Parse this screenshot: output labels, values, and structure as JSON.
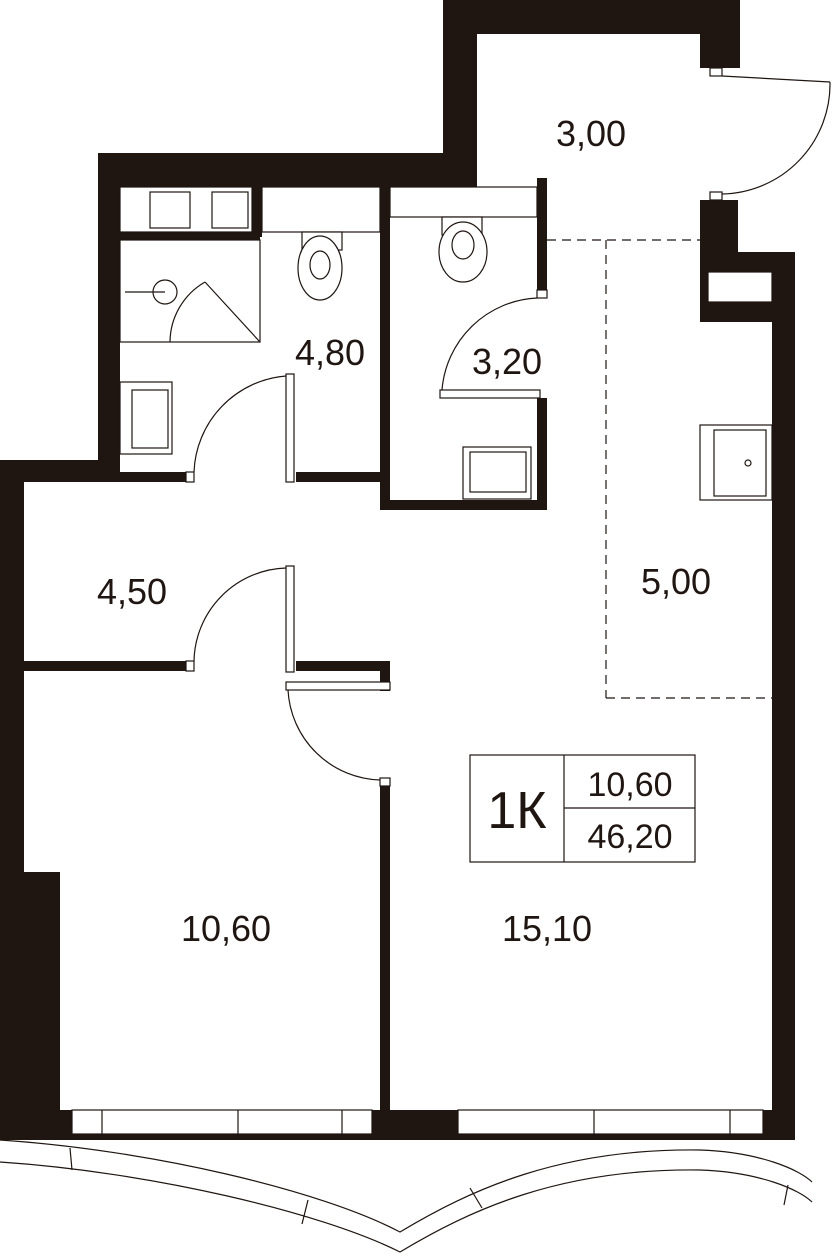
{
  "rooms": {
    "balcony": "3,00",
    "bathroom": "4,80",
    "wc": "3,20",
    "storage": "4,50",
    "kitchen_zone": "5,00",
    "bedroom": "10,60",
    "living": "15,10"
  },
  "badge": {
    "type": "1К",
    "living_area": "10,60",
    "total_area": "46,20"
  }
}
